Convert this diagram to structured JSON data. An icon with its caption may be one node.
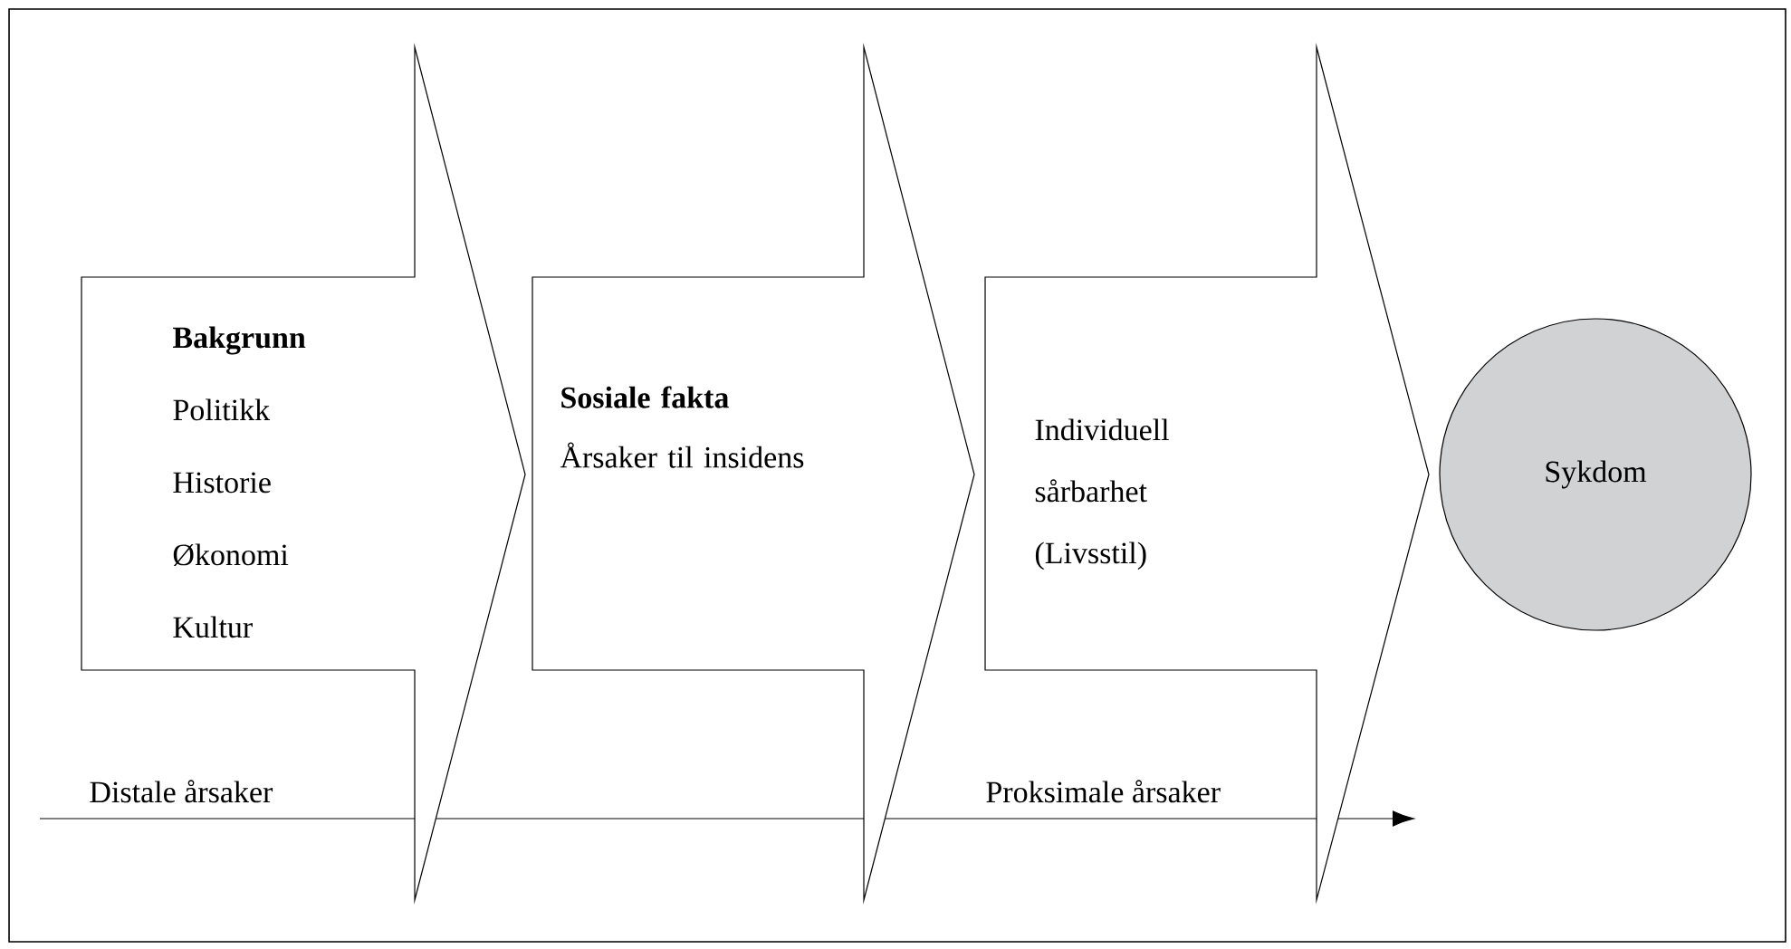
{
  "diagram": {
    "nodes": [
      {
        "text": [
          "Bakgrunn",
          "Politikk",
          "Historie",
          "Økonomi",
          "Kultur"
        ]
      },
      {
        "text": [
          "Sosiale fakta",
          "Årsaker til insidens"
        ]
      },
      {
        "text": [
          "Individuell sårbarhet (Livsstil)"
        ]
      },
      {
        "text": [
          "Sykdom"
        ]
      }
    ],
    "labels": [
      "Distale årsaker",
      "Proksimale årsaker"
    ]
  }
}
